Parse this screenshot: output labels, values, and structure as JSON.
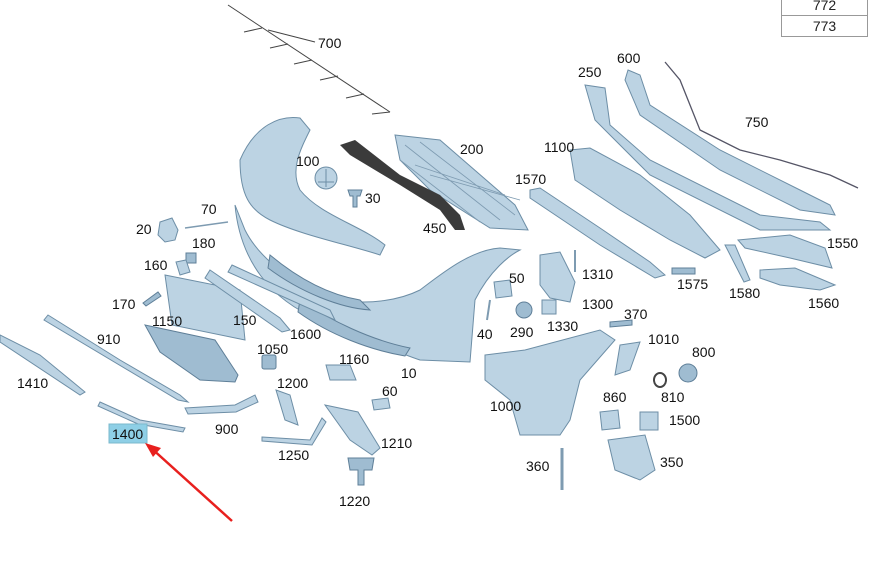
{
  "table": {
    "rows": [
      "772",
      "773"
    ]
  },
  "labels": {
    "l700": "700",
    "l200": "200",
    "l100": "100",
    "l30": "30",
    "l450": "450",
    "l20": "20",
    "l70": "70",
    "l180": "180",
    "l160": "160",
    "l170": "170",
    "l1150": "1150",
    "l150": "150",
    "l1600": "1600",
    "l910": "910",
    "l1410": "1410",
    "l1400": "1400",
    "l900": "900",
    "l1050": "1050",
    "l1200": "1200",
    "l1250": "1250",
    "l1160": "1160",
    "l10": "10",
    "l60": "60",
    "l1210": "1210",
    "l1220": "1220",
    "l250": "250",
    "l600": "600",
    "l750": "750",
    "l1100": "1100",
    "l1570": "1570",
    "l1550": "1550",
    "l1310": "1310",
    "l1575": "1575",
    "l1580": "1580",
    "l1560": "1560",
    "l50": "50",
    "l40": "40",
    "l290": "290",
    "l1300": "1300",
    "l1330": "1330",
    "l370": "370",
    "l1010": "1010",
    "l800": "800",
    "l1000": "1000",
    "l860": "860",
    "l810": "810",
    "l1500": "1500",
    "l360": "360",
    "l350": "350"
  },
  "highlight": {
    "label": "1400",
    "color": "#8ecfe6",
    "arrow_color": "#e8201e"
  }
}
